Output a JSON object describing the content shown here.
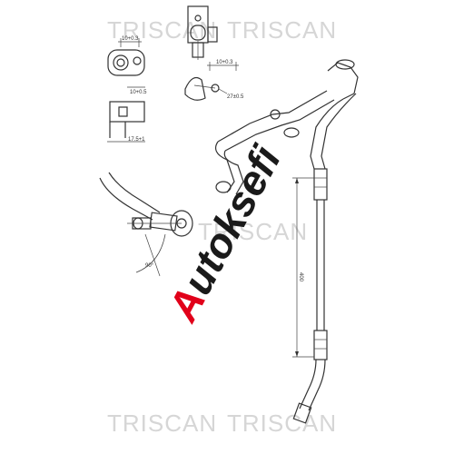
{
  "watermark": {
    "top_left": "TRISCAN",
    "top_right": "TRISCAN",
    "middle": "TRISCAN",
    "bottom_left": "TRISCAN",
    "bottom_right": "TRISCAN"
  },
  "logo": {
    "first": "A",
    "rest": "utoksefi"
  },
  "dimensions": {
    "top_detail": "10+0.3",
    "fitting_a": "10+0.3",
    "fitting_b": "27±0.5",
    "cross_top": "10+0.5",
    "cross_bottom": "17.5+1",
    "angle": "90°",
    "length": "400"
  },
  "colors": {
    "logo_red": "#e1001a",
    "watermark": "#d6d6d6",
    "line": "#333333"
  }
}
